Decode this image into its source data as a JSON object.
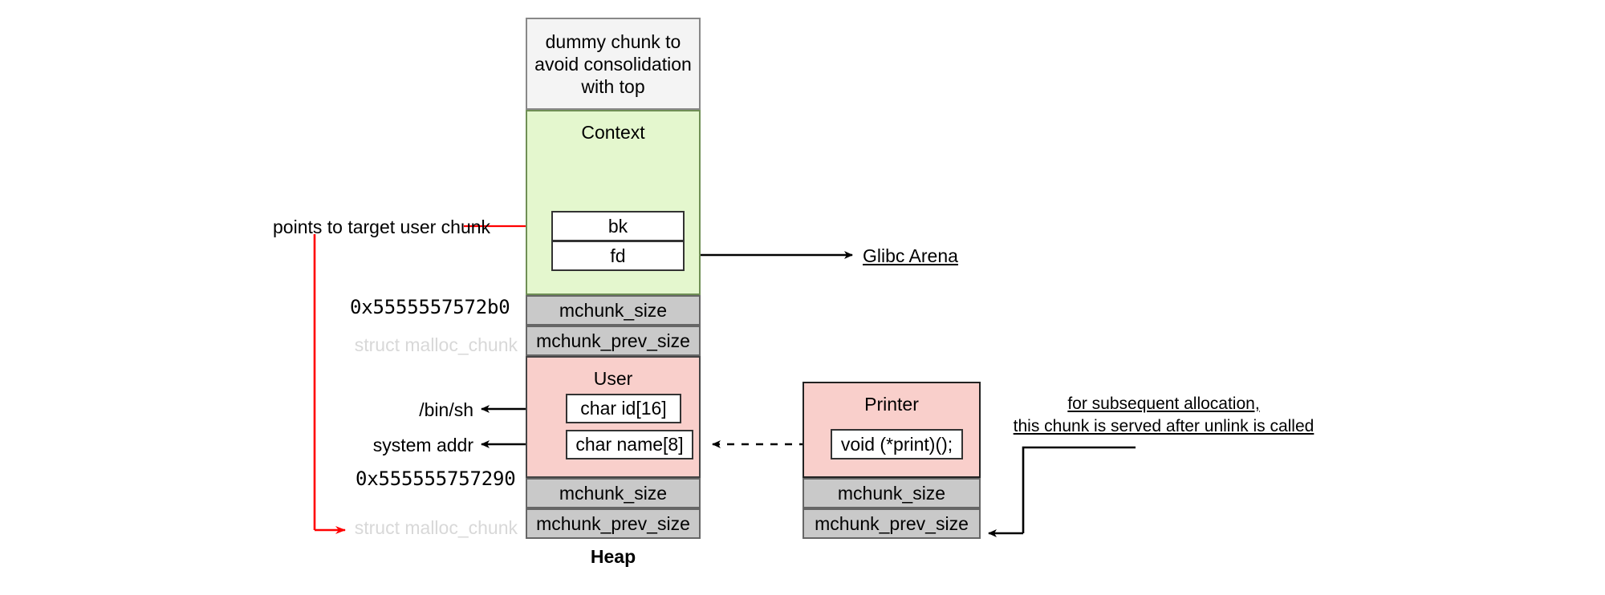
{
  "diagram": {
    "title": "Heap unlink exploitation layout",
    "colors": {
      "context_green": "#e4f7ce",
      "chunk_gray": "#c9c9c9",
      "user_pink": "#f9cfcb",
      "dummy_gray": "#f4f4f4",
      "pointer_red": "#ff0000",
      "line_black": "#000000",
      "faded_text": "#d8d8d8"
    },
    "heap_label": "Heap",
    "heap_column": {
      "segments": [
        {
          "id": "dummy",
          "label": "dummy chunk  to\navoid consolidation\nwith top",
          "fill": "#f4f4f4"
        },
        {
          "id": "context",
          "label": "Context",
          "fill": "#e4f7ce"
        },
        {
          "id": "mchunk_size_top",
          "label": "mchunk_size",
          "fill": "#c9c9c9"
        },
        {
          "id": "mchunk_prev_size_top",
          "label": "mchunk_prev_size",
          "fill": "#c9c9c9"
        },
        {
          "id": "user",
          "label": "User",
          "fill": "#f9cfcb"
        },
        {
          "id": "mchunk_size_bottom",
          "label": "mchunk_size",
          "fill": "#c9c9c9"
        },
        {
          "id": "mchunk_prev_size_bottom",
          "label": "mchunk_prev_size",
          "fill": "#c9c9c9"
        }
      ],
      "context_fields": [
        {
          "id": "bk",
          "label": "bk"
        },
        {
          "id": "fd",
          "label": "fd"
        }
      ],
      "user_fields": [
        {
          "id": "id",
          "label": "char id[16]"
        },
        {
          "id": "name",
          "label": "char name[8]"
        }
      ]
    },
    "printer_column": {
      "segments": [
        {
          "id": "printer",
          "label": "Printer",
          "fill": "#f9cfcb"
        },
        {
          "id": "mchunk_size",
          "label": "mchunk_size",
          "fill": "#c9c9c9"
        },
        {
          "id": "mchunk_prev_size",
          "label": "mchunk_prev_size",
          "fill": "#c9c9c9"
        }
      ],
      "fields": [
        {
          "id": "print_fn",
          "label": "void (*print)();"
        }
      ]
    },
    "labels": {
      "points_to_target": "points to target user chunk",
      "glibc_arena": "Glibc Arena",
      "bin_sh": "/bin/sh",
      "system_addr": "system addr",
      "addr_top": "0x5555557572b0",
      "addr_bottom": "0x555555757290",
      "struct_top": "struct malloc_chunk",
      "struct_bottom": "struct malloc_chunk",
      "annotation_line1": "for subsequent allocation,",
      "annotation_line2": "this chunk is served after unlink is called"
    }
  }
}
